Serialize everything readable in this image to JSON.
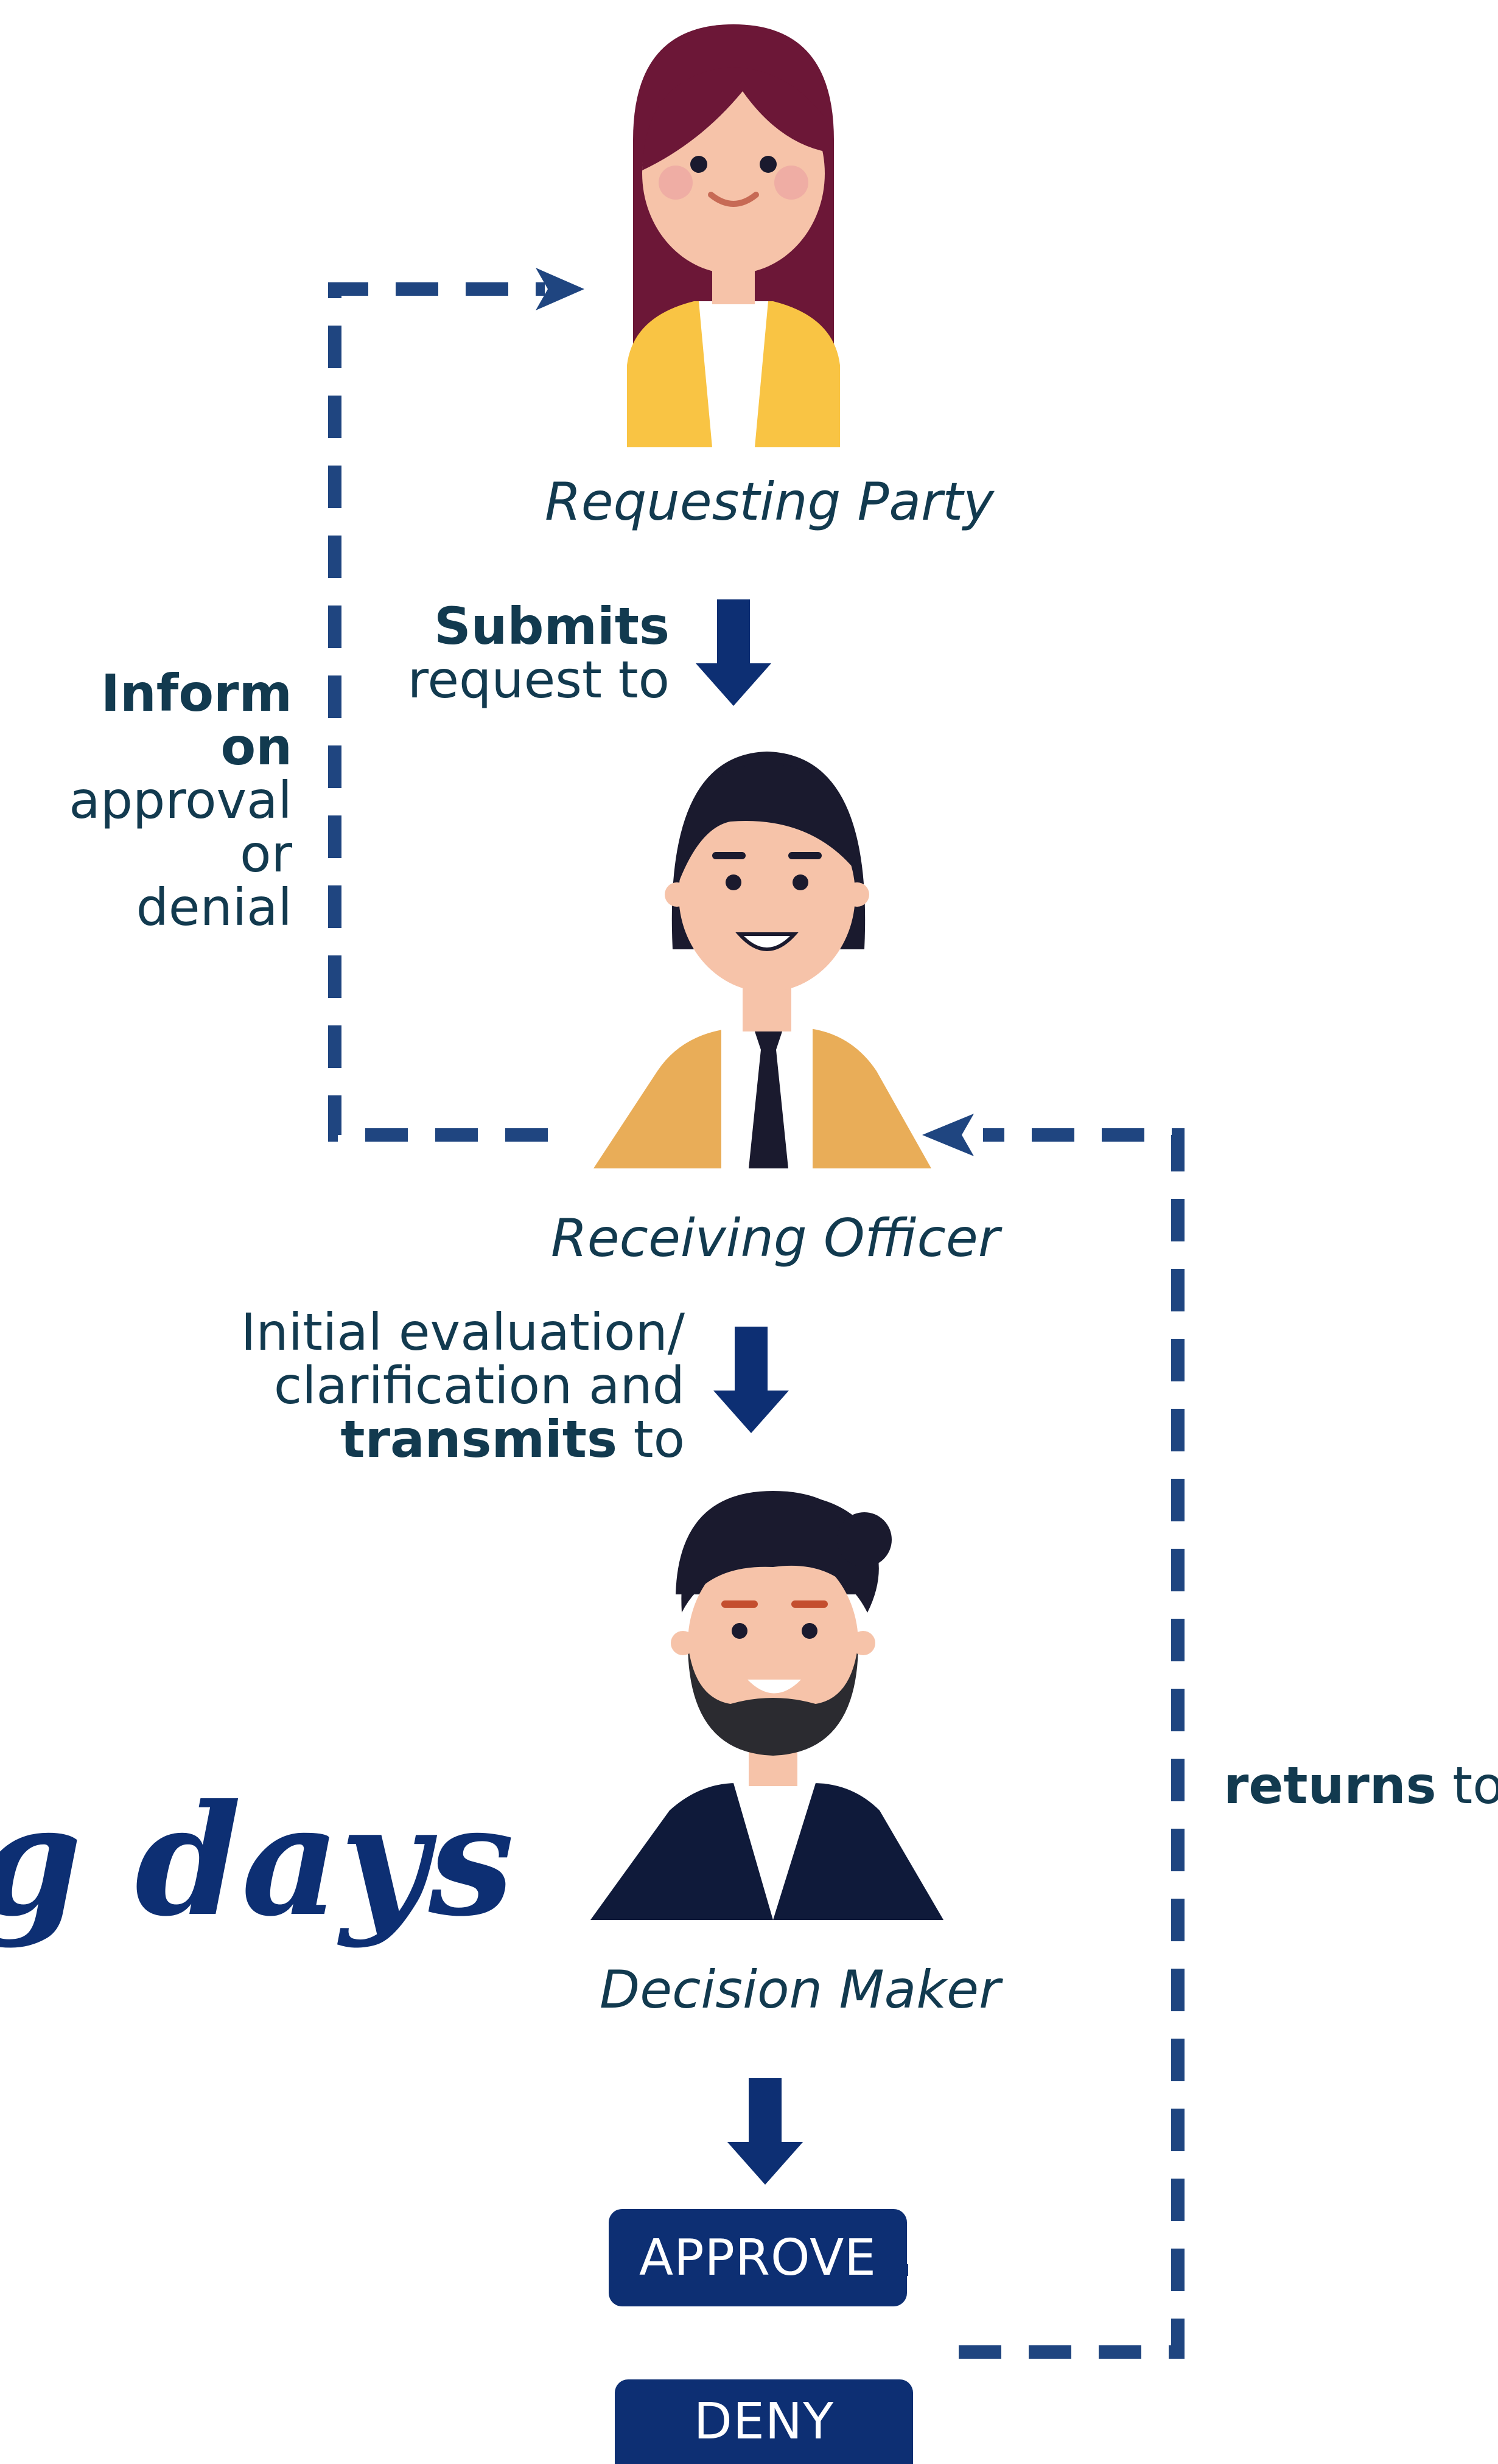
{
  "colors": {
    "navy": "#0d2f73",
    "text": "#123a4f",
    "arrow": "#0d2f73",
    "dashed": "#1f4580",
    "yellow_jacket": "#f9c444",
    "orange_jacket": "#e9ad58",
    "skin": "#f6c3a9",
    "hair_woman": "#6c1737",
    "hair_men": "#1a1a2e"
  },
  "roles": {
    "requesting_party": "Requesting Party",
    "receiving_officer": "Receiving Officer",
    "decision_maker": "Decision Maker"
  },
  "steps": {
    "submit_bold": "Submits",
    "submit_rest": "request to",
    "inform_bold": "Inform on",
    "inform_line2": "approval or",
    "inform_line3": "denial",
    "eval_line1": "Initial evaluation/",
    "eval_line2": "clarification and",
    "eval_bold": "transmits",
    "eval_rest": " to",
    "returns_bold": "returns",
    "returns_rest": " to"
  },
  "outcomes": {
    "approve": "APPROVE",
    "deny": "DENY"
  },
  "partial_heading": "g days",
  "icons": [
    "woman-avatar-icon",
    "officer-avatar-icon",
    "bearded-man-avatar-icon",
    "down-arrow-icon",
    "dashed-arrow-icon"
  ]
}
